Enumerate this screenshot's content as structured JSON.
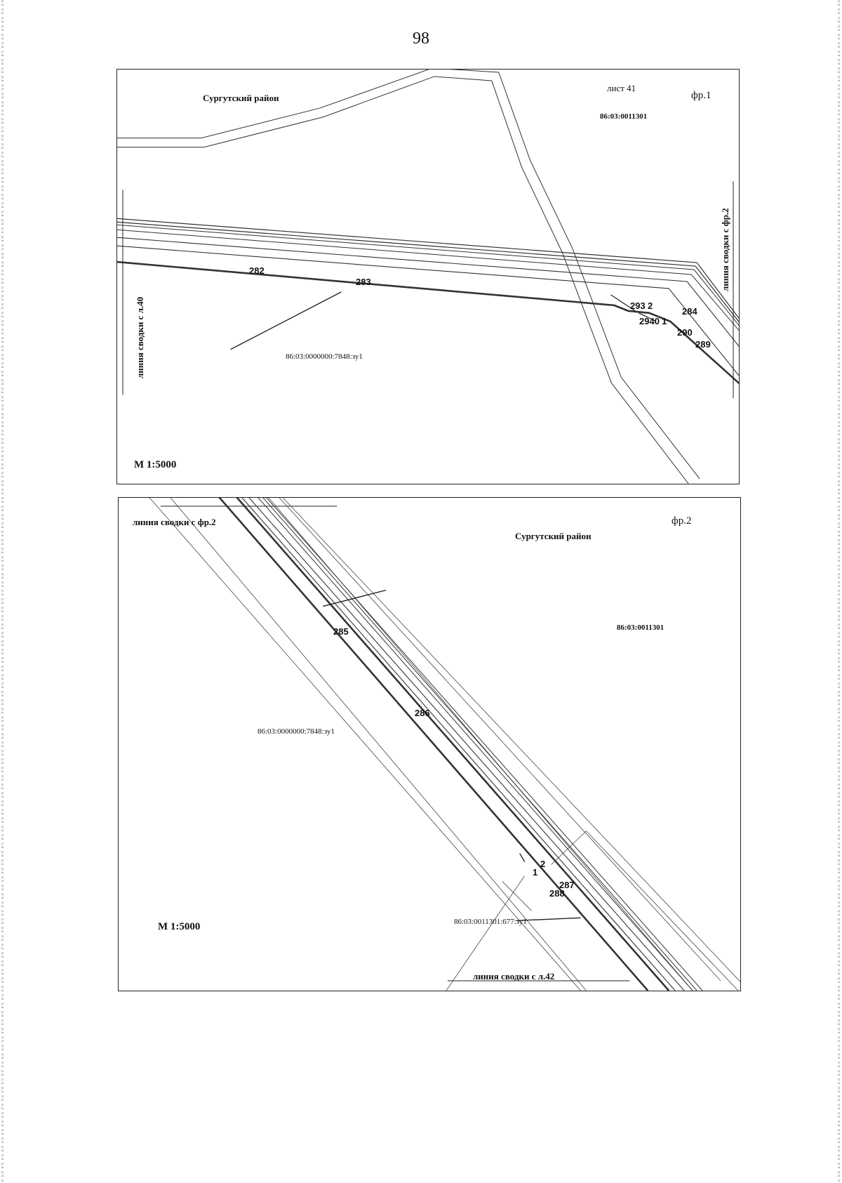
{
  "page": {
    "number": "98"
  },
  "fragment1": {
    "district": "Сургутский район",
    "sheet": "лист 41",
    "fragment": "фр.1",
    "cadastral_block": "86:03:0011301",
    "match_line_left": "линия сводки с л.40",
    "match_line_right": "линия сводки с фр.2",
    "parcel_label": "86:03:0000000:7848:зу1",
    "scale": "М 1:5000",
    "points": [
      "282",
      "283",
      "293",
      "2",
      "284",
      "2940",
      "1",
      "290",
      "289"
    ]
  },
  "fragment2": {
    "district": "Сургутский район",
    "fragment": "фр.2",
    "cadastral_block": "86:03:0011301",
    "match_line_top": "линия сводки с фр.2",
    "match_line_bottom": "линия сводки с л.42",
    "parcel_label_main": "86:03:0000000:7848:зу1",
    "parcel_label_secondary": "86:03:0011301:677:зу1",
    "scale": "М 1:5000",
    "points": [
      "285",
      "286",
      "2",
      "1",
      "287",
      "288"
    ]
  },
  "colors": {
    "ink": "#111111",
    "line": "#333333",
    "paper": "#ffffff"
  }
}
